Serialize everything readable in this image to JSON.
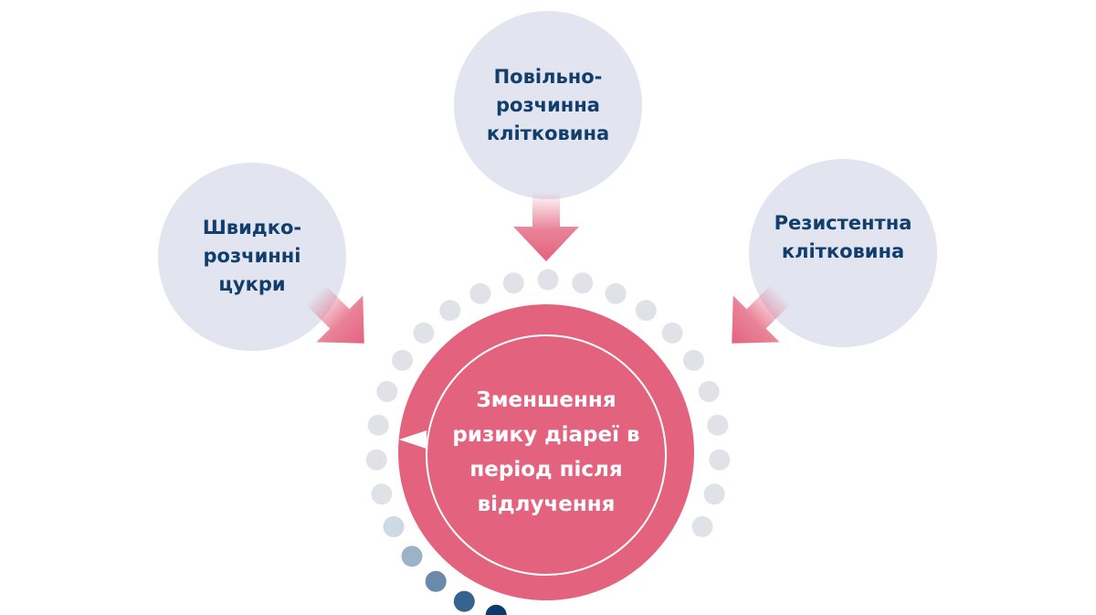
{
  "nodes": {
    "left": {
      "label": "Швидко-розчинні цукри",
      "lines": [
        "Швидко-",
        "розчинні",
        "цукри"
      ]
    },
    "top": {
      "label": "Повільно-розчинна клітковина",
      "lines": [
        "Повільно-",
        "розчинна",
        "клітковина"
      ]
    },
    "right": {
      "label": "Резистентна клітковина",
      "lines": [
        "Резистентна",
        "клітковина"
      ]
    }
  },
  "center": {
    "label": "Зменшення ризику діареї в період після відлучення",
    "lines": [
      "Зменшення",
      "ризику діареї в",
      "період після",
      "відлучення"
    ]
  },
  "colors": {
    "node_fill": "#e2e4ef",
    "node_text": "#123e6e",
    "center_fill": "#e3637e",
    "arrow": "#e3637e",
    "dot_gray": "#e1e2e7",
    "dot_blues": [
      "#cdd9e5",
      "#9cb2c8",
      "#6a8aab",
      "#36628f",
      "#0b3a6b"
    ]
  }
}
